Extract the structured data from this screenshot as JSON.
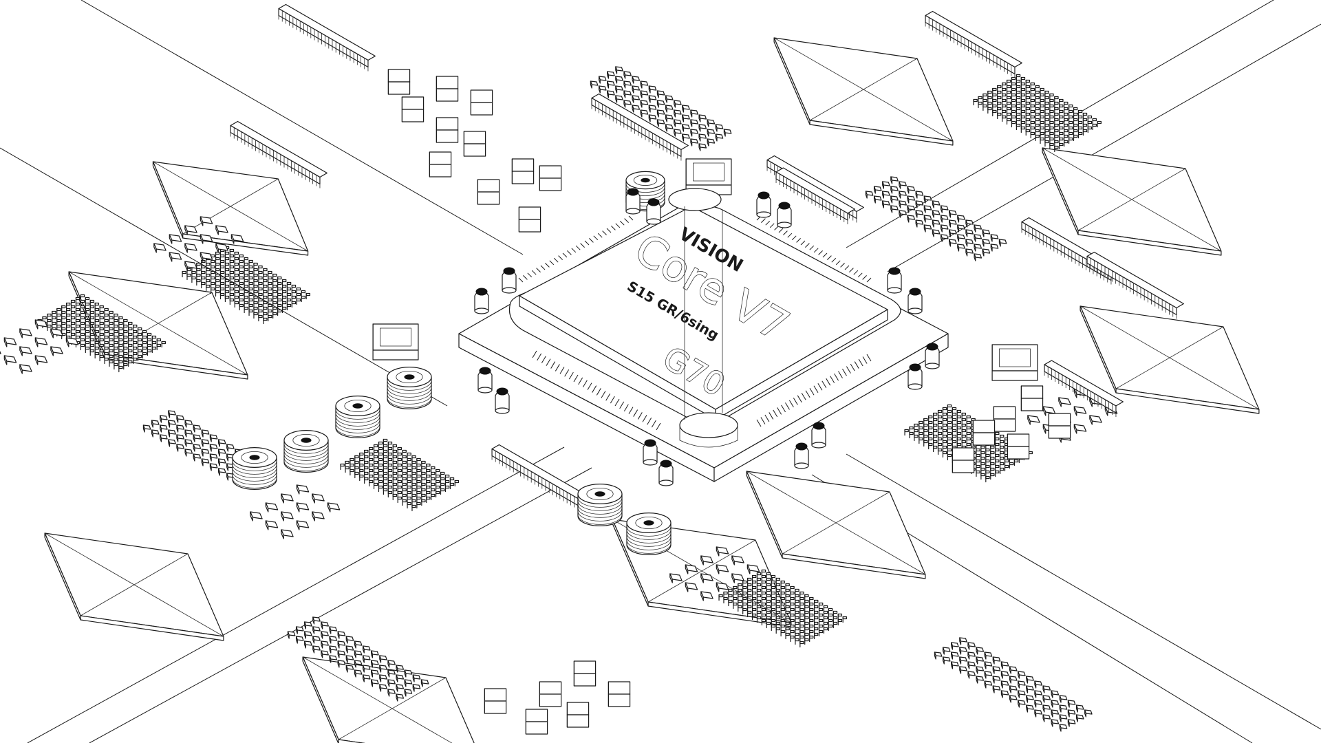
{
  "chip": {
    "brand": "VISION",
    "model": "Core V7",
    "subtitle": "S15 GR/6sing",
    "code": "G70"
  }
}
